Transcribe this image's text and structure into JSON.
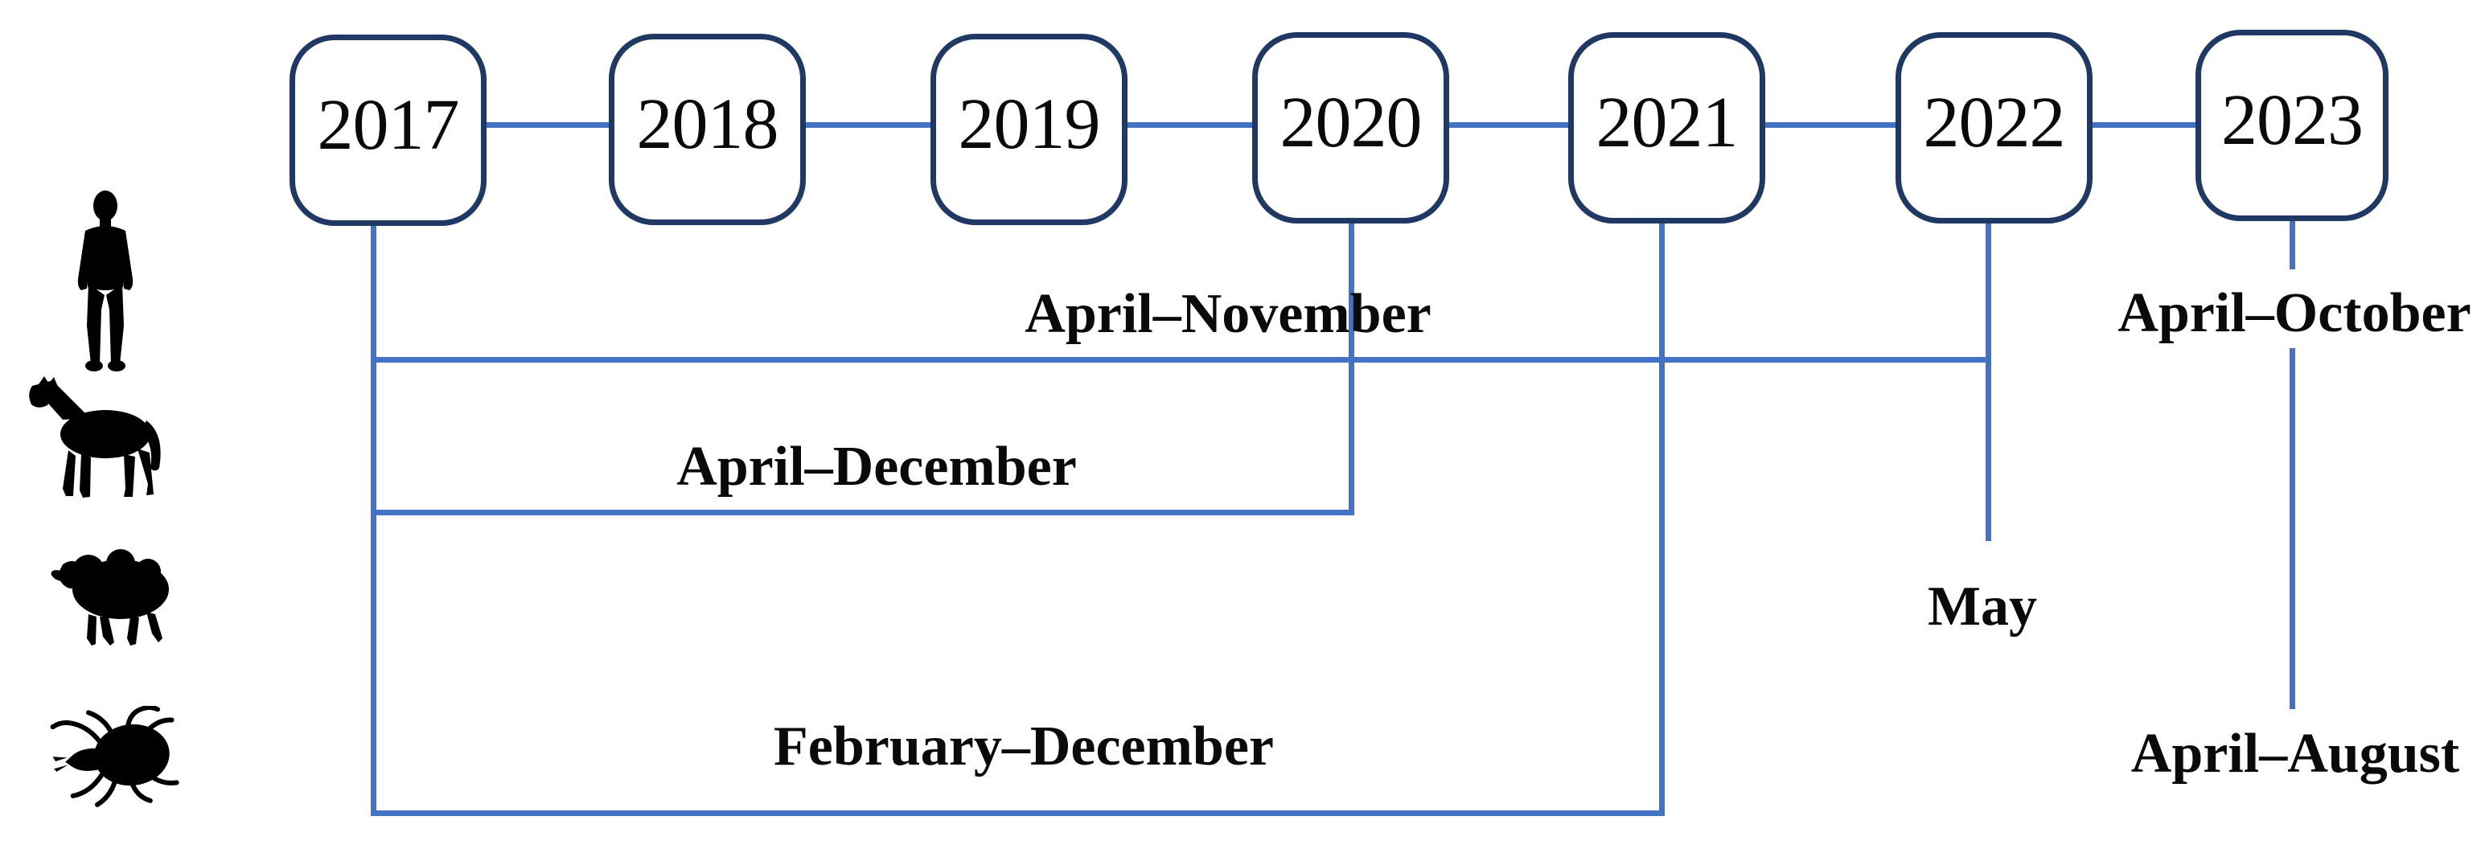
{
  "timeline": {
    "years": [
      "2017",
      "2018",
      "2019",
      "2020",
      "2021",
      "2022",
      "2023"
    ]
  },
  "rows": [
    {
      "animal": "human",
      "icon": "human-icon",
      "periods": [
        "April–November",
        "April–October"
      ]
    },
    {
      "animal": "horse",
      "icon": "horse-icon",
      "periods": [
        "April–December"
      ]
    },
    {
      "animal": "sheep",
      "icon": "sheep-icon",
      "periods": [
        "May"
      ]
    },
    {
      "animal": "tick",
      "icon": "tick-icon",
      "periods": [
        "February–December",
        "April–August"
      ]
    }
  ],
  "colors": {
    "connector_blue": "#4472C4",
    "box_border_navy": "#1F3864",
    "text_black": "#000000",
    "icon_black": "#000000"
  }
}
